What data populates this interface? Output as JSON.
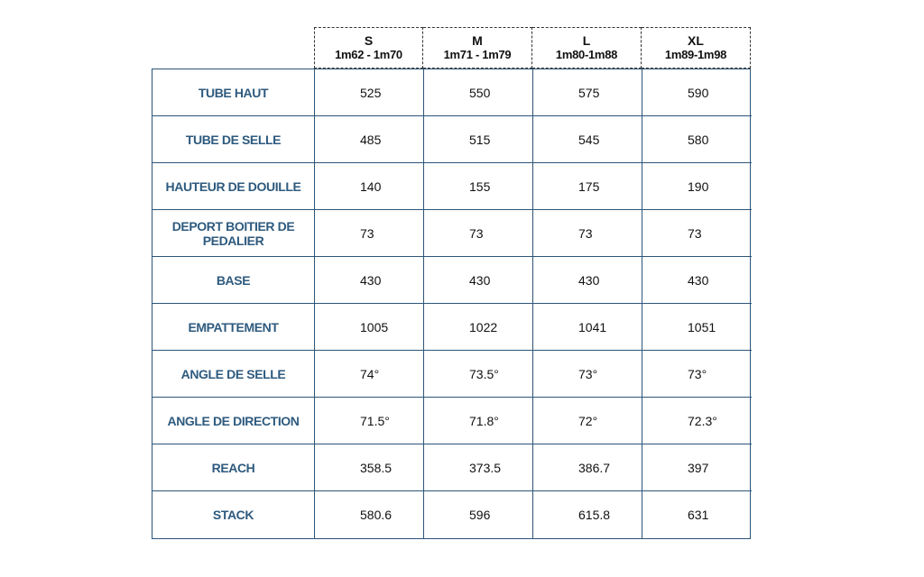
{
  "colors": {
    "label_text": "#2e5a7e",
    "grid_line": "#2c5578",
    "value_text": "#111111"
  },
  "sizes": [
    {
      "size": "S",
      "range": "1m62 - 1m70"
    },
    {
      "size": "M",
      "range": "1m71 - 1m79"
    },
    {
      "size": "L",
      "range": "1m80-1m88"
    },
    {
      "size": "XL",
      "range": "1m89-1m98"
    }
  ],
  "rows": [
    {
      "label": "TUBE HAUT",
      "values": [
        "525",
        "550",
        "575",
        "590"
      ]
    },
    {
      "label": "TUBE DE SELLE",
      "values": [
        "485",
        "515",
        "545",
        "580"
      ]
    },
    {
      "label": "HAUTEUR DE DOUILLE",
      "values": [
        "140",
        "155",
        "175",
        "190"
      ]
    },
    {
      "label": "DEPORT BOITIER DE PEDALIER",
      "values": [
        "73",
        "73",
        "73",
        "73"
      ]
    },
    {
      "label": "BASE",
      "values": [
        "430",
        "430",
        "430",
        "430"
      ]
    },
    {
      "label": "EMPATTEMENT",
      "values": [
        "1005",
        "1022",
        "1041",
        "1051"
      ]
    },
    {
      "label": "ANGLE DE SELLE",
      "values": [
        "74°",
        "73.5°",
        "73°",
        "73°"
      ]
    },
    {
      "label": "ANGLE DE DIRECTION",
      "values": [
        "71.5°",
        "71.8°",
        "72°",
        "72.3°"
      ]
    },
    {
      "label": "REACH",
      "values": [
        "358.5",
        "373.5",
        "386.7",
        "397"
      ]
    },
    {
      "label": "STACK",
      "values": [
        "580.6",
        "596",
        "615.8",
        "631"
      ]
    }
  ]
}
